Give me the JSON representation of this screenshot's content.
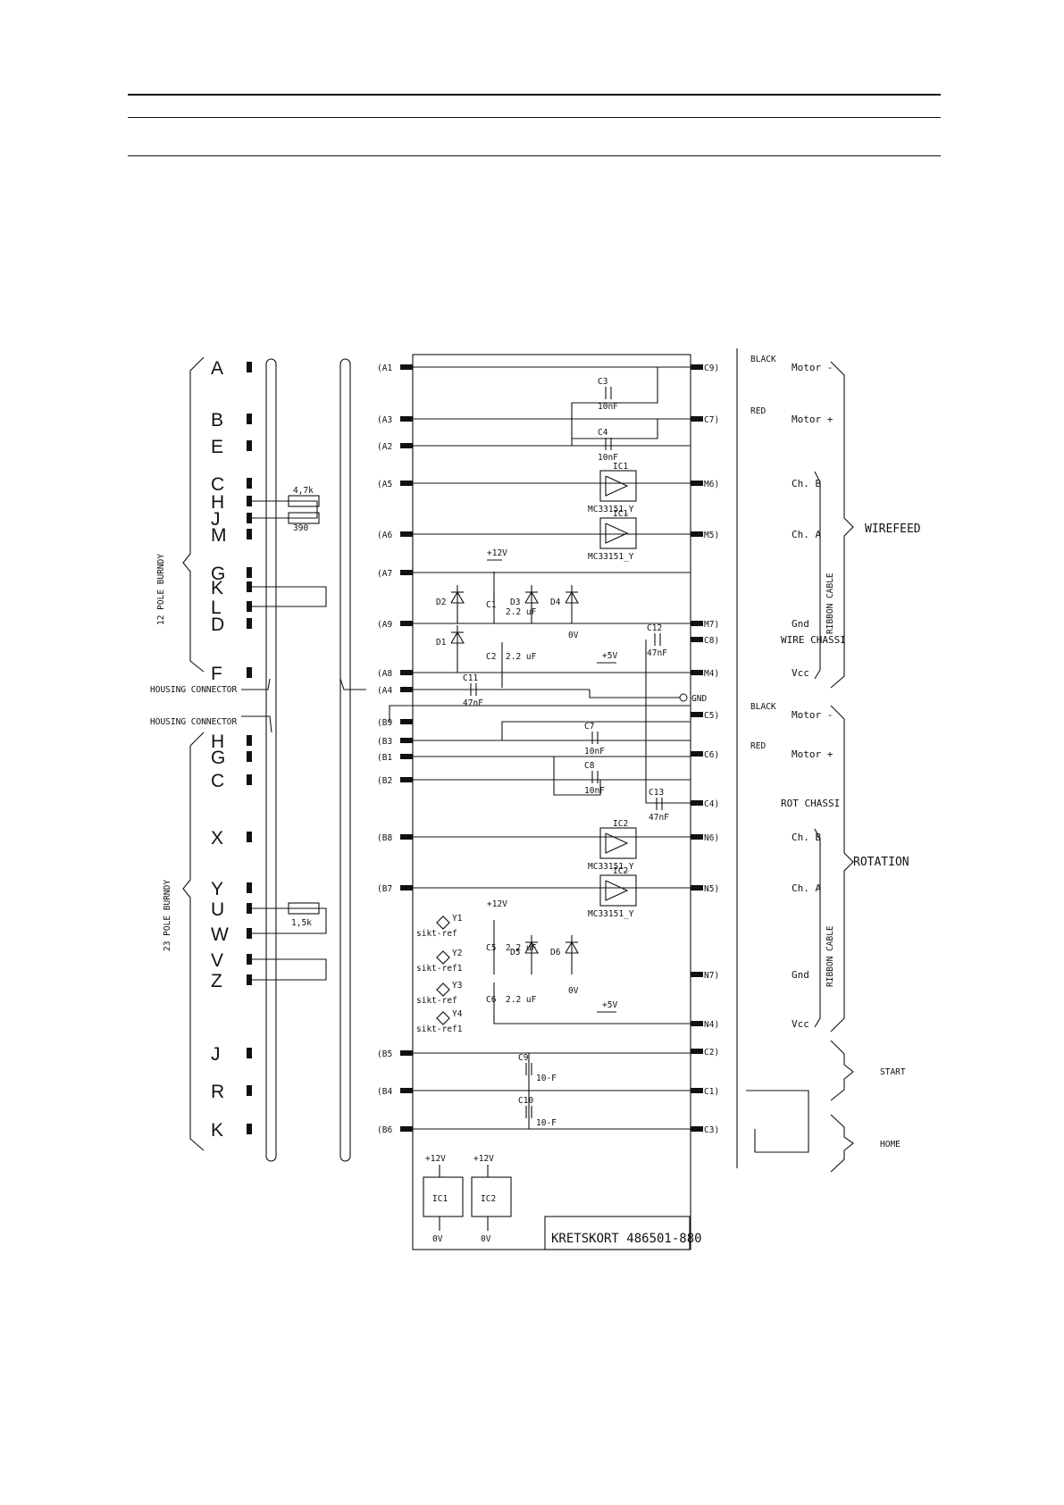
{
  "diagram": {
    "left_pins": [
      {
        "label": "A",
        "connector": "A1",
        "group": "burndy12"
      },
      {
        "label": "B",
        "connector": "A3",
        "group": "burndy12"
      },
      {
        "label": "E",
        "connector": "A2",
        "group": "burndy12"
      },
      {
        "label": "C",
        "connector": "A5",
        "group": "burndy12"
      },
      {
        "label": "H",
        "connector": "",
        "group": "burndy12"
      },
      {
        "label": "J",
        "connector": "",
        "group": "burndy12"
      },
      {
        "label": "M",
        "connector": "A6",
        "group": "burndy12"
      },
      {
        "label": "G",
        "connector": "A7",
        "group": "burndy12"
      },
      {
        "label": "K",
        "connector": "",
        "group": "burndy12"
      },
      {
        "label": "L",
        "connector": "",
        "group": "burndy12"
      },
      {
        "label": "D",
        "connector": "A9",
        "group": "burndy12"
      },
      {
        "label": "F",
        "connector": "A8",
        "group": "burndy12"
      },
      {
        "label": "H",
        "connector": "B3",
        "group": "burndy23"
      },
      {
        "label": "G",
        "connector": "B1",
        "group": "burndy23"
      },
      {
        "label": "C",
        "connector": "B2",
        "group": "burndy23"
      },
      {
        "label": "X",
        "connector": "B8",
        "group": "burndy23"
      },
      {
        "label": "Y",
        "connector": "B7",
        "group": "burndy23"
      },
      {
        "label": "U",
        "connector": "",
        "group": "burndy23"
      },
      {
        "label": "W",
        "connector": "",
        "group": "burndy23"
      },
      {
        "label": "V",
        "connector": "",
        "group": "burndy23"
      },
      {
        "label": "Z",
        "connector": "",
        "group": "burndy23"
      },
      {
        "label": "J",
        "connector": "B5",
        "group": "burndy23"
      },
      {
        "label": "R",
        "connector": "B4",
        "group": "burndy23"
      },
      {
        "label": "K",
        "connector": "B6",
        "group": "burndy23"
      }
    ],
    "housing_connectors": [
      {
        "label": "HOUSING CONNECTOR",
        "connector": "A4"
      },
      {
        "label": "HOUSING CONNECTOR",
        "connector": "B9"
      }
    ],
    "right_pins": [
      {
        "connector": "C9",
        "wire": "BLACK",
        "signal": "Motor -"
      },
      {
        "connector": "C7",
        "wire": "RED",
        "signal": "Motor +"
      },
      {
        "connector": "M6",
        "wire": "",
        "signal": "Ch. B"
      },
      {
        "connector": "M5",
        "wire": "",
        "signal": "Ch. A"
      },
      {
        "connector": "M7",
        "wire": "",
        "signal": "Gnd"
      },
      {
        "connector": "C8",
        "wire": "",
        "signal": "WIRE CHASSI"
      },
      {
        "connector": "M4",
        "wire": "",
        "signal": "Vcc"
      },
      {
        "connector": "GND",
        "wire": "",
        "signal": ""
      },
      {
        "connector": "C5",
        "wire": "BLACK",
        "signal": "Motor -"
      },
      {
        "connector": "C6",
        "wire": "RED",
        "signal": "Motor +"
      },
      {
        "connector": "C4",
        "wire": "",
        "signal": "ROT CHASSI"
      },
      {
        "connector": "N6",
        "wire": "",
        "signal": "Ch. B"
      },
      {
        "connector": "N5",
        "wire": "",
        "signal": "Ch. A"
      },
      {
        "connector": "N7",
        "wire": "",
        "signal": "Gnd"
      },
      {
        "connector": "N4",
        "wire": "",
        "signal": "Vcc"
      },
      {
        "connector": "C2",
        "wire": "",
        "signal": ""
      },
      {
        "connector": "C1",
        "wire": "",
        "signal": ""
      },
      {
        "connector": "C3",
        "wire": "",
        "signal": ""
      }
    ],
    "groups": {
      "burndy12": "12 POLE BURNDY",
      "burndy23": "23 POLE BURNDY",
      "ribbon1": "RIBBON CABLE",
      "ribbon2": "RIBBON CABLE",
      "wirefeed": "WIREFEED",
      "rotation": "ROTATION",
      "start": "START",
      "home": "HOME"
    },
    "components": {
      "c1": "C1",
      "c2": "C2",
      "c3": "C3",
      "c4": "C4",
      "c5": "C5",
      "c6": "C6",
      "c7": "C7",
      "c8": "C8",
      "c9": "C9",
      "c10": "C10",
      "c11": "C11",
      "c12": "C12",
      "c13": "C13",
      "cap_10nf": "10nF",
      "cap_47nf": "47nF",
      "cap_22uf": "2.2 uF",
      "cap_10f": "10-F",
      "d1": "D1",
      "d2": "D2",
      "d3": "D3",
      "d4": "D4",
      "d5": "D5",
      "d6": "D6",
      "r1": "4,7k",
      "r2": "390",
      "r3": "1,5k",
      "ic1": "IC1",
      "ic2": "IC2",
      "ic_part": "MC33151_Y",
      "p12v": "+12V",
      "p5v": "+5V",
      "zero_v": "0V",
      "y1": "Y1",
      "y2": "Y2",
      "y3": "Y3",
      "y4": "Y4",
      "sikt_ref": "sikt-ref",
      "sikt_ref1": "sikt-ref1",
      "board": "KRETSKORT 486501-880"
    }
  }
}
